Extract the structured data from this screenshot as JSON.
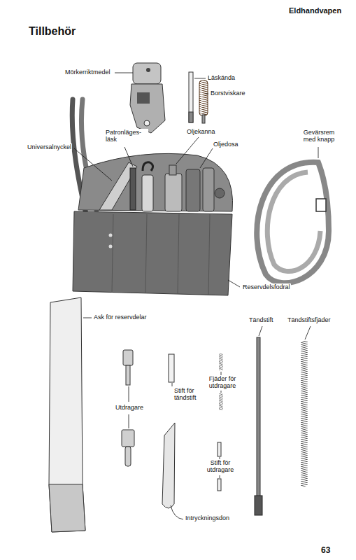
{
  "diagram": {
    "title": "Tillbehör",
    "labels": [
      "Eldhandvapen",
      "Mörkerriktmedel",
      "Läskända",
      "Borstviskare",
      "Oljekanna",
      "Patronläges- läsk",
      "Gevärsrem med knapp",
      "Universalnyckel",
      "Oljedosa",
      "Reservdelsfodral",
      "Ask för reservdelar",
      "Tändstift",
      "Tändstiftsfjäder",
      "Fjäder för utdragare",
      "Stift för tändstift",
      "Utdragare",
      "Stift för utdragare",
      "Intryckningsdon",
      "63"
    ]
  }
}
